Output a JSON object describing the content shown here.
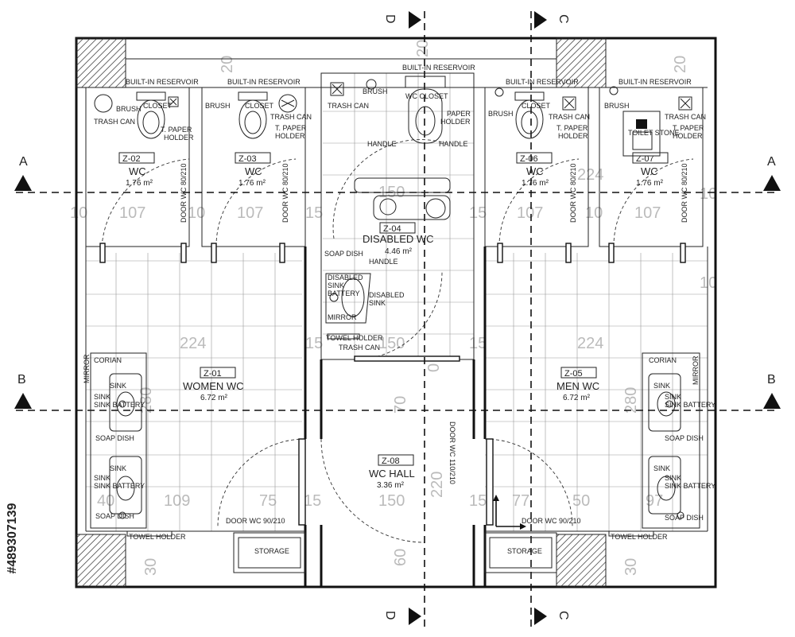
{
  "sections": {
    "a": "A",
    "b": "B",
    "c": "C",
    "d": "D"
  },
  "rooms": [
    {
      "tag": "Z-02",
      "name": "WC",
      "area": "1.76 m²"
    },
    {
      "tag": "Z-03",
      "name": "WC",
      "area": "1.76 m²"
    },
    {
      "tag": "Z-04",
      "name": "DISABLED WC",
      "area": "4.46 m²"
    },
    {
      "tag": "Z-06",
      "name": "WC",
      "area": "1.76 m²"
    },
    {
      "tag": "Z-07",
      "name": "WC",
      "area": "1.76 m²"
    },
    {
      "tag": "Z-01",
      "name": "WOMEN WC",
      "area": "6.72 m²"
    },
    {
      "tag": "Z-05",
      "name": "MEN WC",
      "area": "6.72 m²"
    },
    {
      "tag": "Z-08",
      "name": "WC HALL",
      "area": "3.36 m²"
    }
  ],
  "labels": {
    "reservoir": "BUILT-IN RESERVOIR",
    "brush": "BRUSH",
    "closet": "CLOSET",
    "trash_can": "TRASH CAN",
    "paper_holder_1": "T. PAPER",
    "paper_holder_2": "HOLDER",
    "paper_1": "PAPER",
    "toilet_stone": "TOILET STONE",
    "wc_closet": "WC CLOSET",
    "handle": "HANDLE",
    "soap_dish": "SOAP DISH",
    "disabled_sink_battery_1": "DISABLED",
    "disabled_sink_battery_2": "SINK",
    "disabled_sink_battery_3": "BATTERY",
    "disabled_sink": "DISABLED SINK",
    "mirror": "MIRROR",
    "towel_holder": "TOWEL HOLDER",
    "corian": "CORIAN",
    "sink": "SINK",
    "sink_battery": "SINK BATTERY",
    "storage": "STORAGE",
    "door_wc": "DOOR WC 80/210",
    "door_main": "DOOR WC 90/210",
    "door_hall": "DOOR WC 110/210"
  },
  "dimensions": {
    "d10": "10",
    "d107": "107",
    "d15": "15",
    "d224": "224",
    "d150": "150",
    "d280": "280",
    "d109": "109",
    "d75": "75",
    "d77": "77",
    "d50": "50",
    "d97": "97",
    "d40": "40",
    "d20": "20",
    "d30": "30",
    "d60": "60",
    "d70": "70",
    "d220": "220",
    "d0": "0"
  },
  "stock_id": "#489307139"
}
